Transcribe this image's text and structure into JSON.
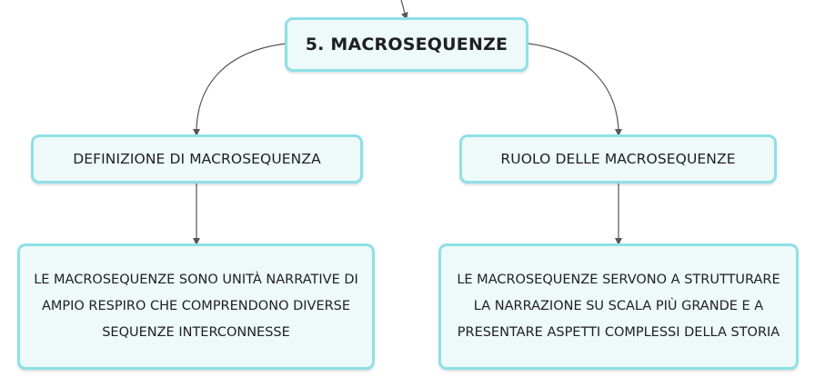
{
  "title": {
    "label": "5. MACROSEQUENZE"
  },
  "left_branch": {
    "heading": "DEFINIZIONE DI MACROSEQUENZA",
    "body": "LE MACROSEQUENZE SONO UNITÀ NARRATIVE DI AMPIO RESPIRO CHE COMPRENDONO DIVERSE SEQUENZE INTERCONNESSE"
  },
  "right_branch": {
    "heading": "RUOLO DELLE MACROSEQUENZE",
    "body": "LE MACROSEQUENZE SERVONO A STRUTTURARE LA NARRAZIONE SU SCALA PIÙ GRANDE E A PRESENTARE ASPETTI COMPLESSI DELLA STORIA"
  },
  "colors": {
    "node_fill": "#eef9f9",
    "node_border": "#8ee0e6",
    "connector": "#555555",
    "text": "#1f1f1f"
  }
}
